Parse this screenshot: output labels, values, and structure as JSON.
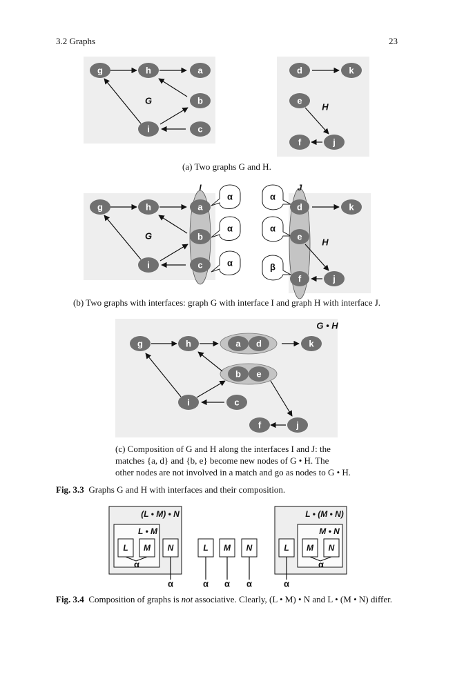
{
  "header": {
    "section": "3.2  Graphs",
    "page_number": "23"
  },
  "fig_a": {
    "graph_g": {
      "label": "G",
      "nodes": [
        "g",
        "h",
        "a",
        "b",
        "c",
        "i"
      ]
    },
    "graph_h": {
      "label": "H",
      "nodes": [
        "d",
        "k",
        "e",
        "f",
        "j"
      ]
    },
    "caption": "(a) Two graphs G and H."
  },
  "fig_b": {
    "graph_g": {
      "label": "G",
      "nodes": [
        "g",
        "h",
        "a",
        "b",
        "c",
        "i"
      ],
      "interface": "I"
    },
    "graph_h": {
      "label": "H",
      "nodes": [
        "d",
        "k",
        "e",
        "f",
        "j"
      ],
      "interface": "J"
    },
    "bubbles_left": [
      "α",
      "α",
      "α"
    ],
    "bubbles_right": [
      "α",
      "α",
      "β"
    ],
    "caption": "(b) Two graphs with interfaces: graph G with interface I and graph H with interface J."
  },
  "fig_c": {
    "label": "G • H",
    "nodes": [
      "g",
      "h",
      "a",
      "d",
      "k",
      "b",
      "e",
      "i",
      "c",
      "f",
      "j"
    ],
    "caption_lines": [
      "(c) Composition of G and H along the interfaces I and J: the",
      "matches {a, d} and {b, e} become new nodes of G • H. The",
      "other nodes are not involved in a match and go as nodes to G • H."
    ]
  },
  "fig_3_3": {
    "label": "Fig. 3.3",
    "text": "Graphs G and H with interfaces and their composition."
  },
  "fig_3_4_diagram": {
    "left_outer": "(L • M) • N",
    "left_inner": "L • M",
    "right_outer": "L • (M • N)",
    "right_inner": "M • N",
    "boxes": {
      "l": "L",
      "m": "M",
      "n": "N"
    },
    "alpha": "α"
  },
  "fig_3_4": {
    "label": "Fig. 3.4",
    "text_before": "Composition of graphs is ",
    "emph": "not",
    "text_mid": " associative. Clearly, (L • M) • N and L • (M • N) differ."
  },
  "colors": {
    "panel": "#eeeeee",
    "node": "#707070",
    "interface": "#c4c4c4",
    "edge": "#111111"
  }
}
